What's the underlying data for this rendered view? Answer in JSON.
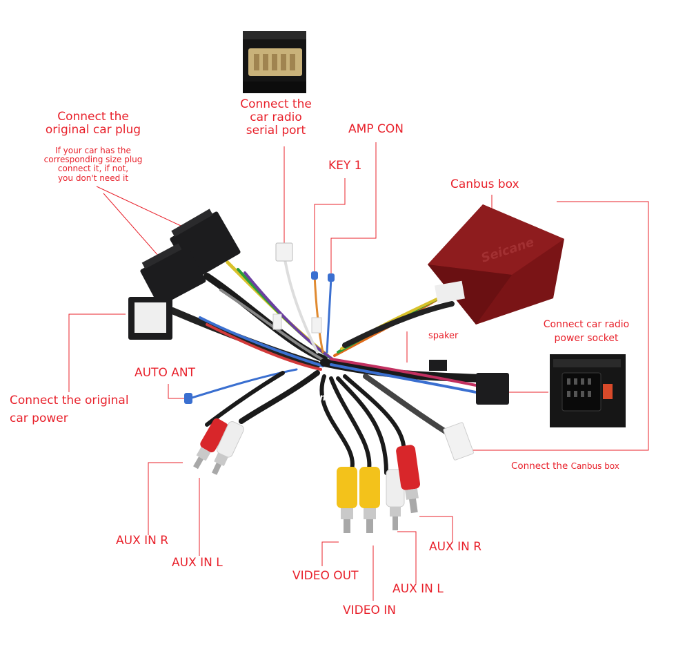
{
  "labels": {
    "serial_port": "Connect the\ncar radio\nserial port",
    "orig_plug_title": "Connect the\noriginal car plug",
    "orig_plug_note": "If your car has the\ncorresponding size plug\nconnect it, if not,\nyou don't need it",
    "amp_con": "AMP CON",
    "key1": "KEY 1",
    "canbus_box": "Canbus box",
    "power_socket": "Connect car radio\npower socket",
    "speaker": "spaker",
    "auto_ant": "AUTO ANT",
    "orig_power": "Connect the original\ncar power",
    "connect_canbus_prefix": "Connect the",
    "connect_canbus_suffix": "Canbus box",
    "aux_in_r_left": "AUX IN R",
    "aux_in_l_left": "AUX IN L",
    "video_out": "VIDEO OUT",
    "video_in": "VIDEO IN",
    "aux_in_l_right": "AUX IN L",
    "aux_in_r_right": "AUX IN R"
  },
  "brand_marks": {
    "box_brand": "Seicane",
    "cable_brand": "Seicane"
  },
  "colors": {
    "label_red": "#e8202a",
    "canbus_box": "#7a1416",
    "connector_black": "#1c1c1e",
    "rca_red": "#d8262a",
    "rca_yellow": "#f3c21b",
    "rca_white": "#eeeeee"
  }
}
